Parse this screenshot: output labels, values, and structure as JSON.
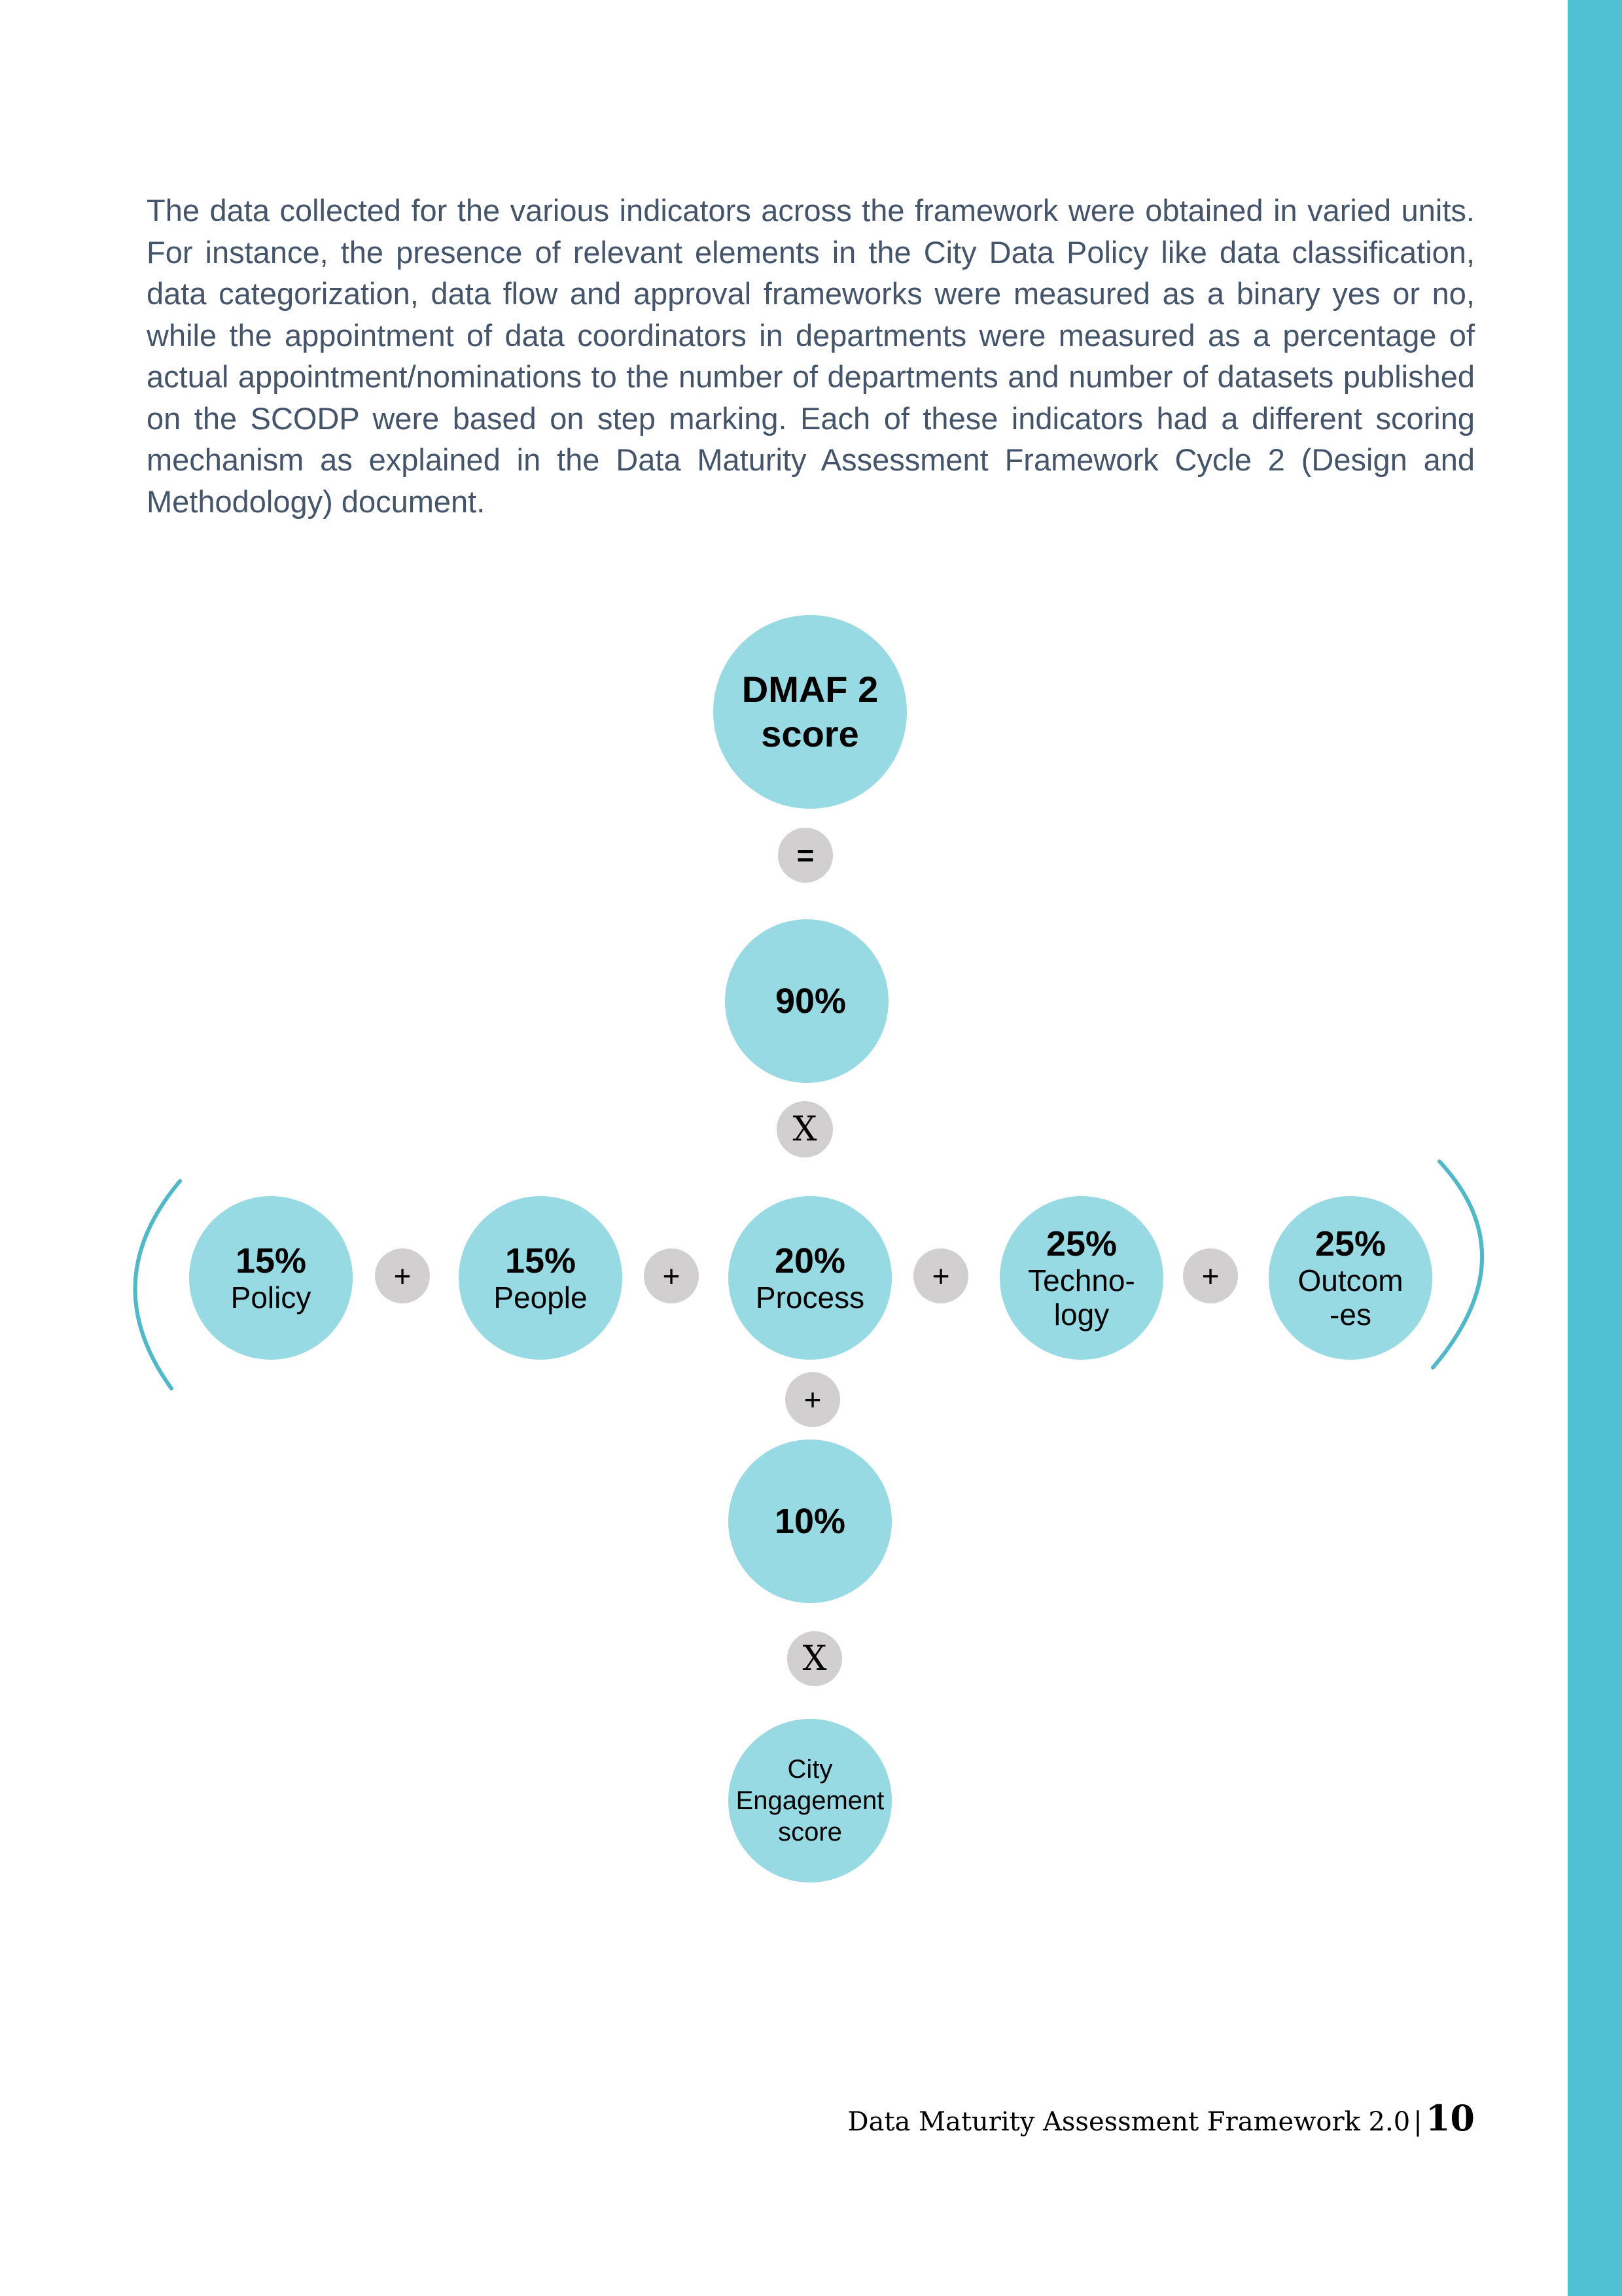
{
  "document": {
    "intro_paragraph": "The data collected for the various indicators across the framework were obtained in varied units. For instance, the presence of relevant elements in the City Data Policy like data classification, data categorization, data flow and approval frameworks were measured as a binary yes or no, while the appointment of data coordinators in departments were measured as a percentage of actual appointment/nominations to the number of departments and number of datasets published on the SCODP were based on step marking. Each of these indicators had a different scoring mechanism as explained in the Data Maturity Assessment Framework Cycle 2 (Design and Methodology) document."
  },
  "formula": {
    "result": {
      "line1": "DMAF 2",
      "line2": "score"
    },
    "equals_symbol": "=",
    "multiplier": {
      "value": "90%"
    },
    "multiply_symbol_1": "X",
    "plus_symbol": "+",
    "pillars": [
      {
        "percent": "15%",
        "label": "Policy"
      },
      {
        "percent": "15%",
        "label": "People"
      },
      {
        "percent": "20%",
        "label": "Process"
      },
      {
        "percent": "25%",
        "label": "Techno-",
        "label2": "logy"
      },
      {
        "percent": "25%",
        "label": "Outcom",
        "label2": "-es"
      }
    ],
    "engagement_weight": {
      "value": "10%"
    },
    "multiply_symbol_2": "X",
    "engagement": {
      "line1": "City",
      "line2": "Engagement",
      "line3": "score"
    }
  },
  "footer": {
    "title": "Data Maturity Assessment Framework 2.0",
    "separator": "|",
    "page_number": "10"
  },
  "colors": {
    "accent_bar": "#4fc1d3",
    "circle_fill": "#97dae3",
    "operator_fill": "#d1cfd0",
    "bracket_stroke": "#4fb8c9",
    "body_text": "#44546a"
  }
}
